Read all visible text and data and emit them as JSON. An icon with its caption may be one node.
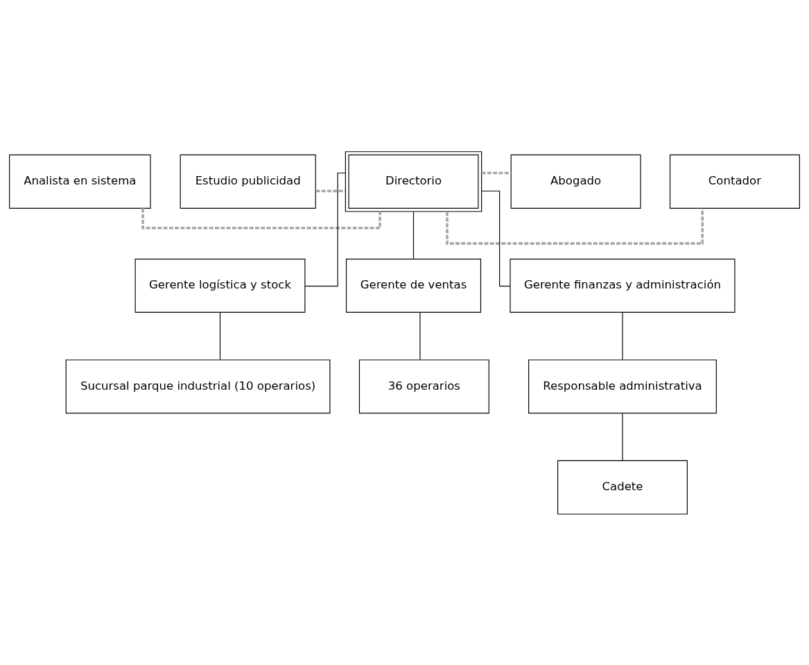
{
  "diagram": {
    "nodes": [
      {
        "text": [
          "Analista en sistema"
        ]
      },
      {
        "text": [
          "Directorio"
        ]
      },
      {
        "text": [
          "Contador"
        ]
      },
      {
        "text": [
          "Estudio publicidad"
        ]
      },
      {
        "text": [
          "Abogado"
        ]
      },
      {
        "text": [
          "Gerente logística y stock"
        ]
      },
      {
        "text": [
          "Gerente de ventas"
        ]
      },
      {
        "text": [
          "Gerente finanzas y administración"
        ]
      },
      {
        "text": [
          "Sucursal parque industrial (10 operarios)"
        ]
      },
      {
        "text": [
          "36 operarios"
        ]
      },
      {
        "text": [
          "Responsable administrativa"
        ]
      },
      {
        "text": [
          "Cadete"
        ]
      }
    ],
    "edges": [
      {
        "from": 0,
        "to": 1,
        "arrow": "none",
        "style": "dashed",
        "color": "#a6a6a6"
      },
      {
        "from": 3,
        "to": 1,
        "arrow": "none",
        "style": "dashed",
        "color": "#a6a6a6"
      },
      {
        "from": 1,
        "to": 2,
        "arrow": "none",
        "style": "dashed",
        "color": "#a6a6a6"
      },
      {
        "from": 1,
        "to": 4,
        "arrow": "none",
        "style": "dashed",
        "color": "#a6a6a6"
      },
      {
        "from": 1,
        "to": 5,
        "arrow": "none"
      },
      {
        "from": 1,
        "to": 6,
        "arrow": "none"
      },
      {
        "from": 1,
        "to": 7,
        "arrow": "none"
      },
      {
        "from": 5,
        "to": 8,
        "arrow": "none"
      },
      {
        "from": 6,
        "to": 9,
        "arrow": "none"
      },
      {
        "from": 7,
        "to": 10,
        "arrow": "none"
      },
      {
        "from": 10,
        "to": 11,
        "arrow": "none"
      }
    ]
  }
}
